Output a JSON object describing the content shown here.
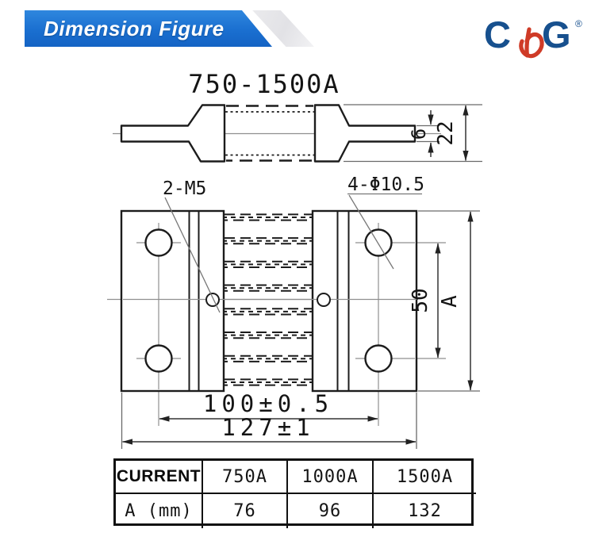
{
  "header": {
    "banner_title": "Dimension Figure"
  },
  "logo": {
    "c": "C",
    "g": "G",
    "registered": "®"
  },
  "drawing": {
    "title": "750-1500A",
    "side_view": {
      "thickness": "6",
      "terminal_height": "22"
    },
    "front_view": {
      "thread_holes": "2-M5",
      "mount_holes": "4-Φ10.5",
      "hole_vertical_spacing": "50",
      "overall_height_var": "A",
      "hole_horizontal_spacing": "100±0.5",
      "overall_width": "127±1"
    }
  },
  "spec_table": {
    "row1": {
      "label": "CURRENT",
      "values": [
        "750A",
        "1000A",
        "1500A"
      ]
    },
    "row2": {
      "label": "A (mm)",
      "values": [
        "76",
        "96",
        "132"
      ]
    }
  },
  "colors": {
    "banner_blue": "#1b74d3",
    "logo_blue": "#17508e",
    "logo_red": "#cf3b27",
    "line_black": "#1c1c1c",
    "centerline_gray": "#8f8f8f"
  }
}
